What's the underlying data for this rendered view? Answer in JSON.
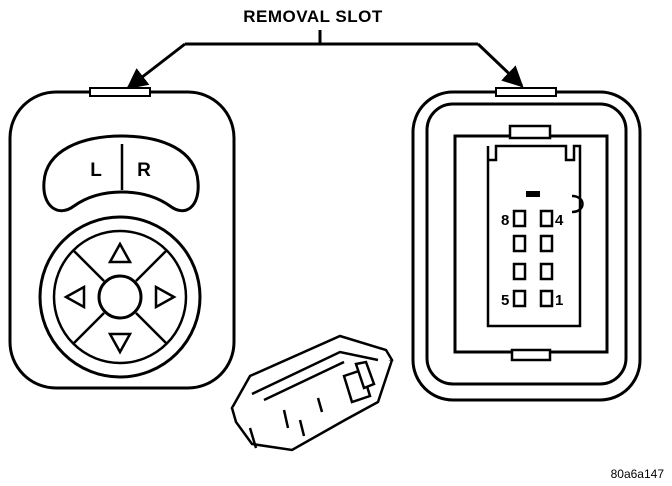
{
  "title": "REMOVAL SLOT",
  "switch": {
    "left_label": "L",
    "right_label": "R",
    "arrows": [
      "up-arrow-icon",
      "down-arrow-icon",
      "left-arrow-icon",
      "right-arrow-icon"
    ]
  },
  "connector": {
    "pins": {
      "top_left": "8",
      "top_right": "4",
      "bottom_left": "5",
      "bottom_right": "1"
    }
  },
  "figure_code": "80a6a147"
}
